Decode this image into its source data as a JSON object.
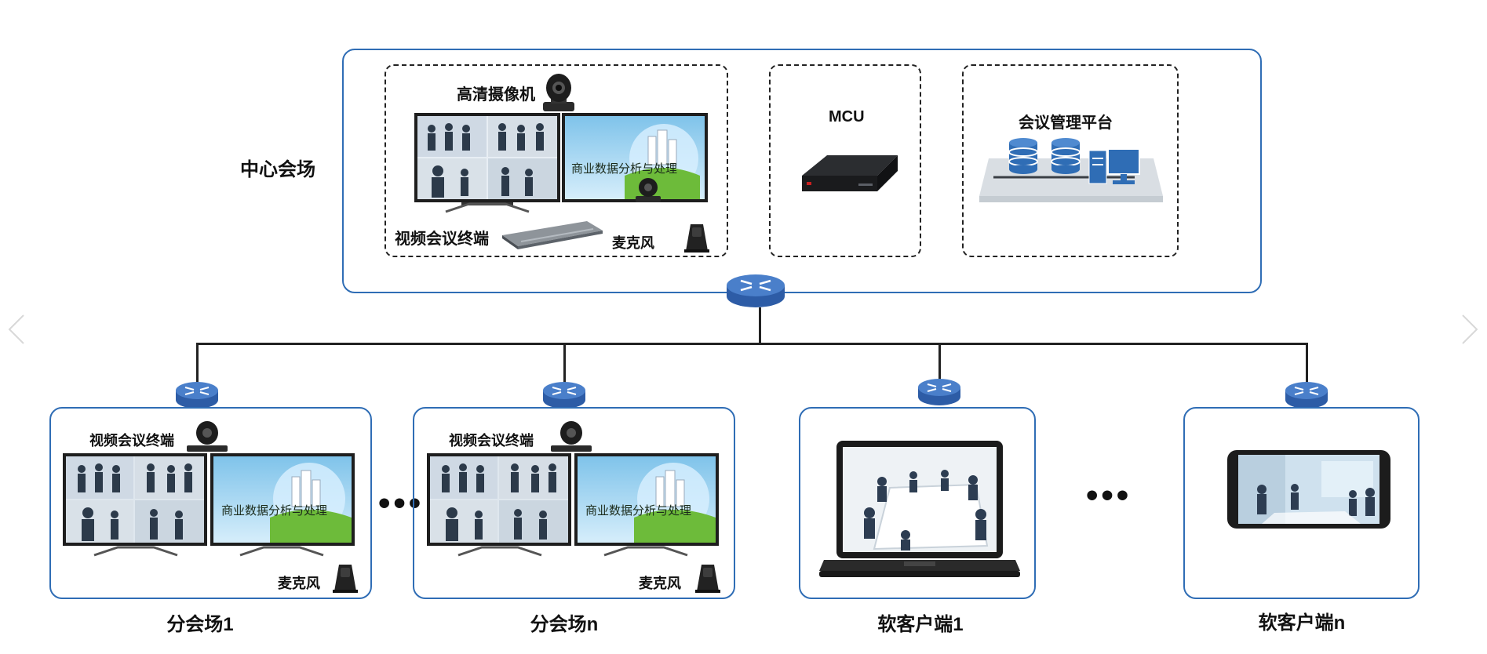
{
  "center": {
    "site_label": "中心会场",
    "camera_label": "高清摄像机",
    "terminal_label": "视频会议终端",
    "mic_label": "麦克风",
    "mcu_label": "MCU",
    "platform_label": "会议管理平台",
    "screen_text": "商业数据分析与处理"
  },
  "branches": [
    {
      "caption": "分会场1",
      "terminal_label": "视频会议终端",
      "mic_label": "麦克风",
      "screen_text": "商业数据分析与处理"
    },
    {
      "caption": "分会场n",
      "terminal_label": "视频会议终端",
      "mic_label": "麦克风",
      "screen_text": "商业数据分析与处理"
    }
  ],
  "clients": [
    {
      "caption": "软客户端1"
    },
    {
      "caption": "软客户端n"
    }
  ],
  "ellipsis": "•••",
  "colors": {
    "accent": "#2f6db5",
    "router": "#3c6fbd"
  },
  "icons": [
    "router-icon",
    "camera-icon",
    "monitor-icon",
    "terminal-box-icon",
    "microphone-icon",
    "server-icon",
    "database-icon",
    "laptop-icon",
    "phone-icon",
    "nav-left-icon",
    "nav-right-icon"
  ]
}
